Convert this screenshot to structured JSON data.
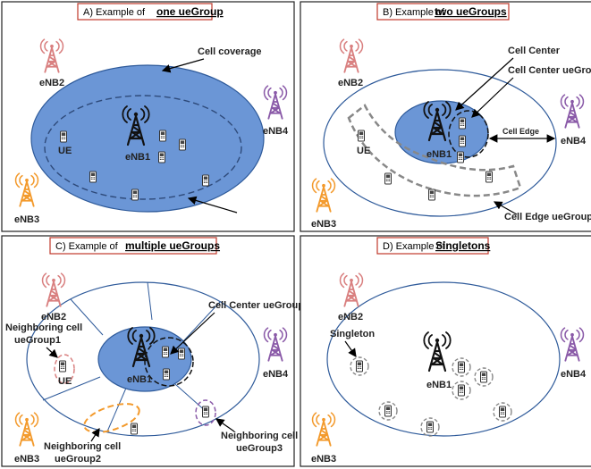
{
  "colors": {
    "panel_border": "#222222",
    "title_border": "#c0392b",
    "cell_fill": "#6b96d6",
    "cell_stroke": "#2e5a9a",
    "enb2": "#d98080",
    "enb3": "#f39a2c",
    "enb4": "#8a5aa8",
    "group_gray": "#888888",
    "group_orange": "#f39a2c",
    "group_purple": "#8a5aa8",
    "group_pink": "#d98080"
  },
  "panels": {
    "a": {
      "title_prefix": "A) Example of",
      "title_bold": "one ueGroup"
    },
    "b": {
      "title_prefix": "B) Example of",
      "title_bold": "two ueGroups"
    },
    "c": {
      "title_prefix": "C) Example of",
      "title_bold": "multiple ueGroups"
    },
    "d": {
      "title_prefix": "D) Example of",
      "title_bold": "Singletons"
    }
  },
  "labels": {
    "enb1": "eNB1",
    "enb2": "eNB2",
    "enb3": "eNB3",
    "enb4": "eNB4",
    "ue": "UE",
    "cell_coverage": "Cell coverage",
    "cell_center": "Cell Center",
    "cell_center_uegroup": "Cell Center ueGroup",
    "cell_edge": "Cell Edge",
    "cell_edge_uegroup": "Cell Edge ueGroup",
    "neighboring_cell_1a": "Neighboring cell",
    "neighboring_cell_1b": "ueGroup1",
    "neighboring_cell_2a": "Neighboring cell",
    "neighboring_cell_2b": "ueGroup2",
    "neighboring_cell_3a": "Neighboring cell",
    "neighboring_cell_3b": "ueGroup3",
    "singleton": "Singleton"
  }
}
